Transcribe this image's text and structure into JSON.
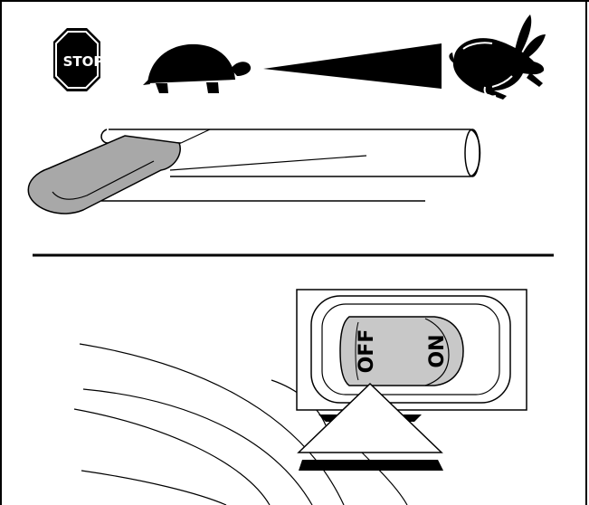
{
  "diagram": {
    "speed_scale": {
      "stop_sign_text": "STOP",
      "slow_icon": "turtle-icon",
      "fast_icon": "rabbit-icon",
      "ramp_icon": "speed-ramp-wedge"
    },
    "throttle": {
      "lever_icon": "throttle-lever-icon"
    },
    "rocker_switch": {
      "off_label": "OFF",
      "on_label": "ON",
      "pointer_icon": "press-arrow-icon"
    },
    "colors": {
      "ink": "#000000",
      "lever_fill": "#a8a8a8",
      "switch_fill": "#c8c8c8",
      "background": "#ffffff"
    }
  }
}
